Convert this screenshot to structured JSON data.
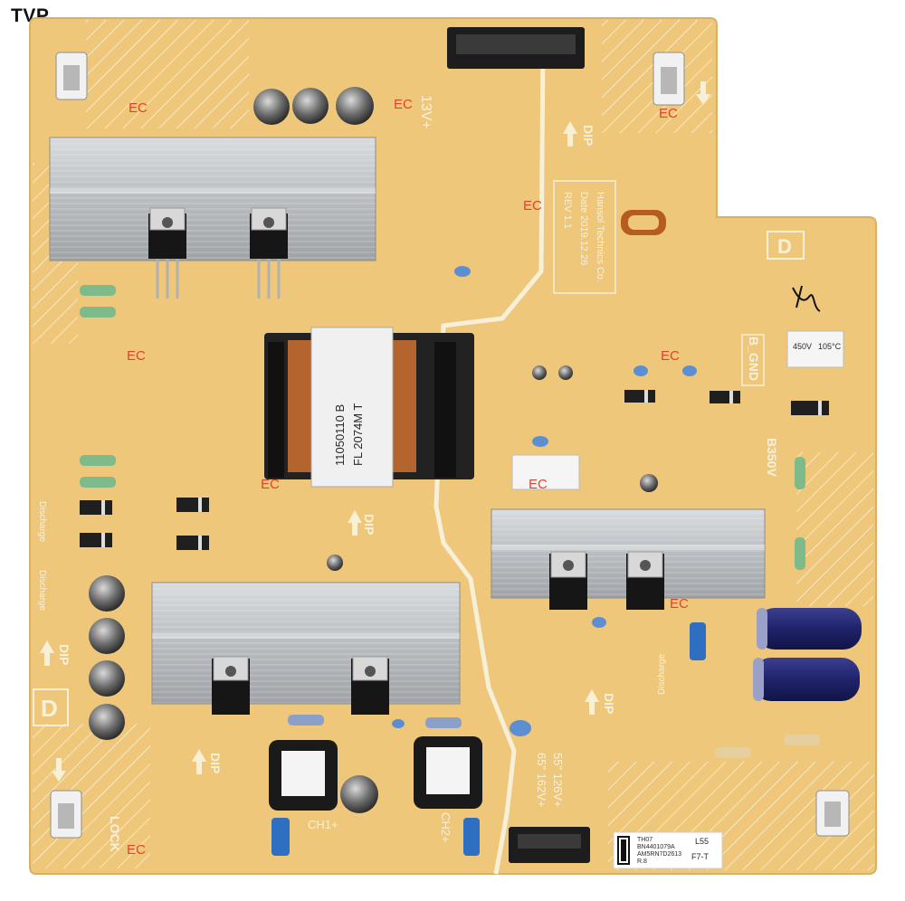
{
  "watermark": "TVP",
  "board": {
    "ec_mark": "EC",
    "transformer_marking": [
      "11050110 B",
      "FL 2074M T"
    ],
    "voltage_13v": "13V+",
    "rev_block": [
      "REV 1.1",
      "Date 2019.12.26",
      "Hansol Technics Co."
    ],
    "b_gnd": "B_GND",
    "b350v": "B350V",
    "ch1": "CH1+",
    "ch2": "CH2+",
    "lock": "LOCK",
    "dip": "DIP",
    "d_box": "D",
    "out_voltage": [
      "65\" 162V+",
      "55\" 126V+"
    ],
    "cap_note": [
      "450V",
      "105°C"
    ],
    "discharge": "Discharge",
    "label": {
      "line1": "TH07",
      "line2": "BN4401079A",
      "line3": "AM5RN7D2613",
      "line4": "R.8",
      "size": "L55",
      "code": "F7-T"
    }
  }
}
